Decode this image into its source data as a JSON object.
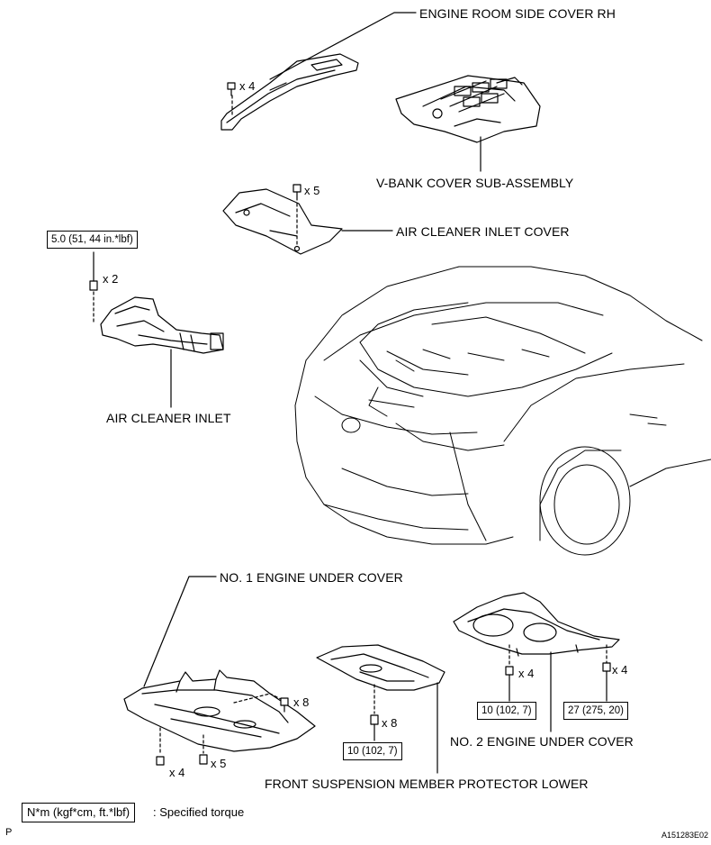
{
  "labels": {
    "engine_room_side_cover_rh": "ENGINE ROOM SIDE COVER RH",
    "v_bank_cover": "V-BANK COVER SUB-ASSEMBLY",
    "air_cleaner_inlet_cover": "AIR CLEANER INLET COVER",
    "air_cleaner_inlet": "AIR CLEANER INLET",
    "no1_engine_under_cover": "NO. 1 ENGINE UNDER COVER",
    "no2_engine_under_cover": "NO. 2 ENGINE UNDER COVER",
    "front_suspension_protector": "FRONT SUSPENSION MEMBER PROTECTOR LOWER"
  },
  "quantities": {
    "side_cover_bolts": "x 4",
    "inlet_cover_bolts": "x 5",
    "air_cleaner_inlet_bolts": "x 2",
    "no1_cover_x8": "x 8",
    "no1_cover_x4": "x 4",
    "no1_cover_x5": "x 5",
    "protector_x8": "x 8",
    "no2_cover_x4_left": "x 4",
    "no2_cover_x4_right": "x 4"
  },
  "torques": {
    "air_cleaner_inlet": "5.0 (51, 44 in.*lbf)",
    "protector": "10 (102, 7)",
    "no2_left": "10 (102, 7)",
    "no2_right": "27 (275, 20)"
  },
  "legend": {
    "box": "N*m (kgf*cm, ft.*lbf)",
    "text": ": Specified torque"
  },
  "corner": {
    "left": "P",
    "right": "A151283E02"
  }
}
